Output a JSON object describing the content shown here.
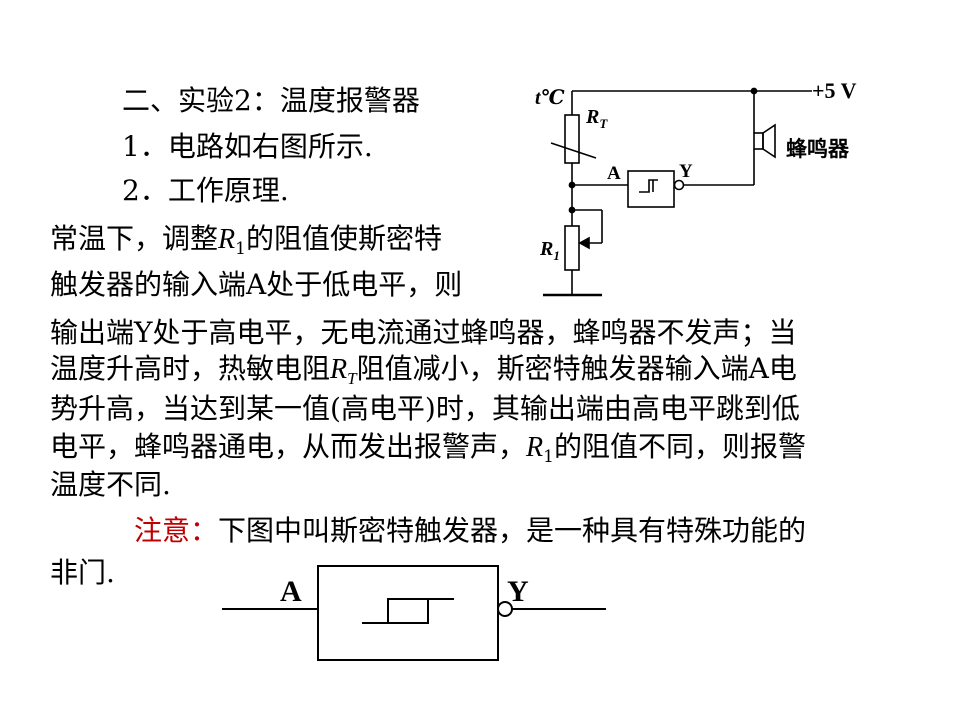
{
  "heading": "二、实验2：温度报警器",
  "items": [
    "1．电路如右图所示.",
    "2．工作原理."
  ],
  "paragraph": {
    "p1a": "常温下，调整",
    "r1": "R",
    "r1_sub": "1",
    "p1b": "的阻值使斯密特",
    "p2": "触发器的输入端A处于低电平，则",
    "p3": "输出端Y处于高电平，无电流通过蜂鸣器，蜂鸣器不发声；当",
    "p4a": "温度升高时，热敏电阻",
    "rt": "R",
    "rt_sub": "T",
    "p4b": "阻值减小，斯密特触发器输入端A电",
    "p5": "势升高，当达到某一值(高电平)时，其输出端由高电平跳到低",
    "p6a": "电平，蜂鸣器通电，从而发出报警声，",
    "r1b": "R",
    "r1b_sub": "1",
    "p6b": "的阻值不同，则报警",
    "p7": "温度不同."
  },
  "note": {
    "label": "注意：",
    "text": "下图中叫斯密特触发器，是一种具有特殊功能的",
    "text2": "非门."
  },
  "circuit": {
    "temp_label": "t℃",
    "rt_label": "R",
    "rt_sub": "T",
    "supply": "+5 V",
    "buzzer": "蜂鸣器",
    "input": "A",
    "output": "Y",
    "r1_label": "R",
    "r1_sub": "1"
  },
  "gate": {
    "input": "A",
    "output": "Y"
  },
  "colors": {
    "note_label": "#c00000",
    "text": "#000000"
  }
}
